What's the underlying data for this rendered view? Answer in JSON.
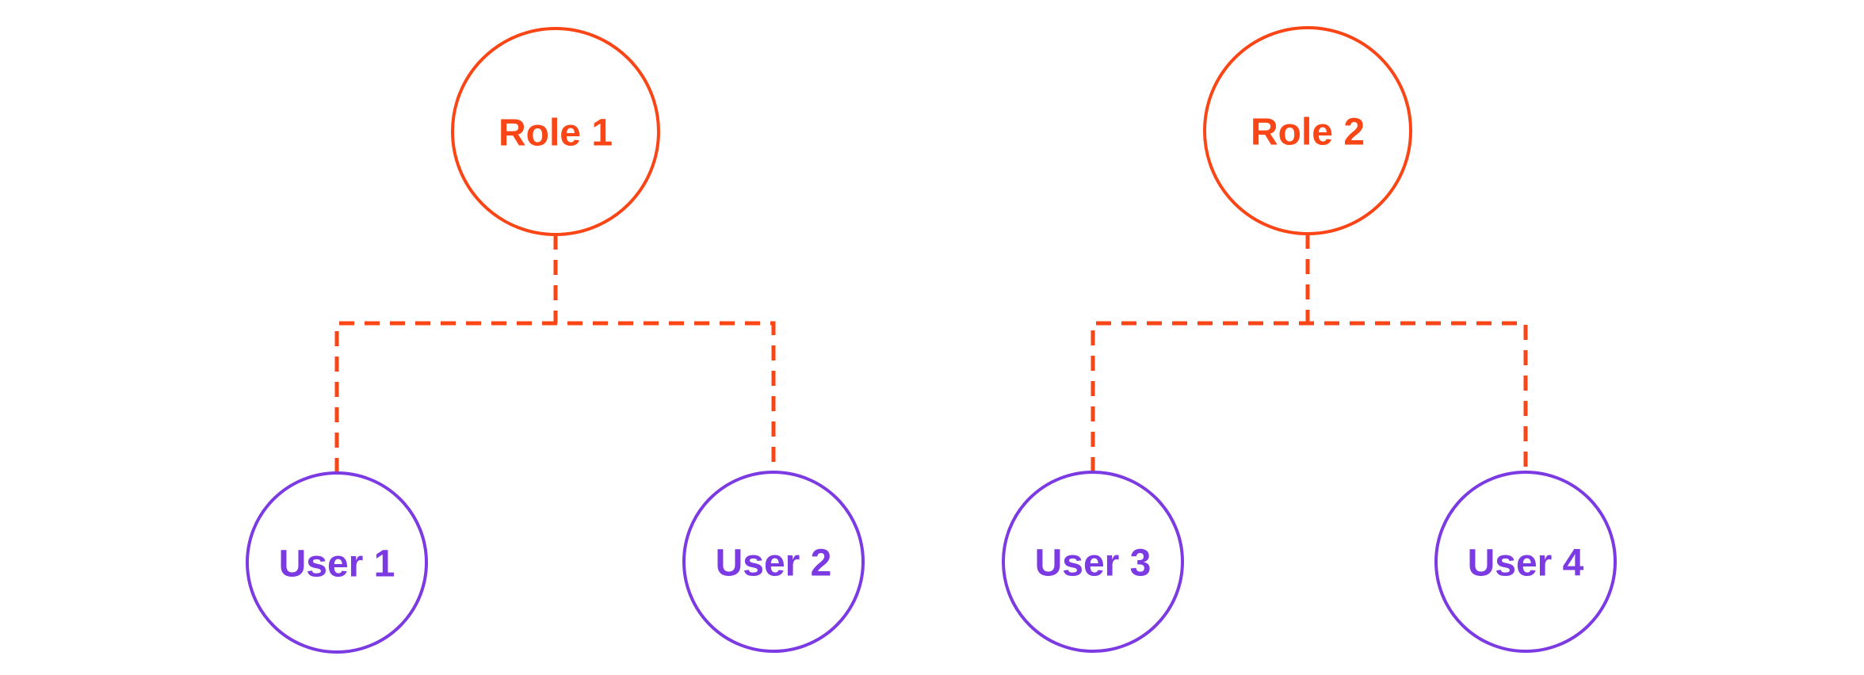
{
  "diagram": {
    "colors": {
      "background": "#ffffff",
      "role": "#FA4616",
      "user": "#7C3AE2",
      "connector": "#FA4616"
    },
    "trees": [
      {
        "role": {
          "label": "Role 1"
        },
        "users": [
          {
            "label": "User 1"
          },
          {
            "label": "User 2"
          }
        ]
      },
      {
        "role": {
          "label": "Role 2"
        },
        "users": [
          {
            "label": "User 3"
          },
          {
            "label": "User 4"
          }
        ]
      }
    ]
  }
}
